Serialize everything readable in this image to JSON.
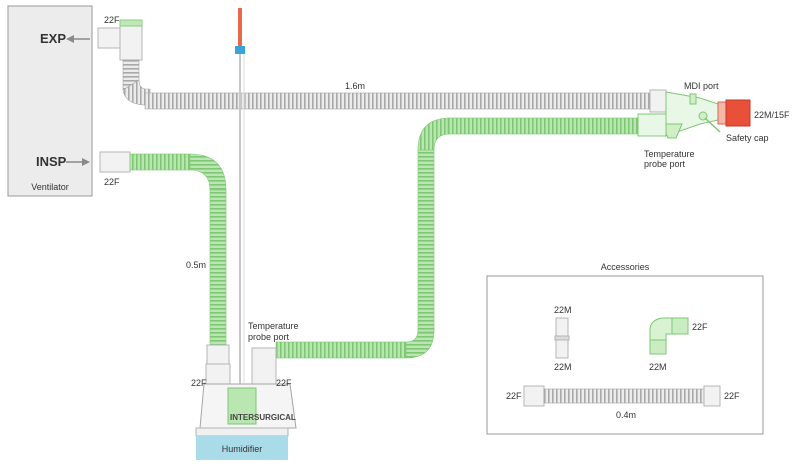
{
  "ventilator": {
    "label": "Ventilator",
    "exp_label": "EXP",
    "insp_label": "INSP"
  },
  "labels": {
    "exp_connector": "22F",
    "insp_connector": "22F",
    "limb_length_long": "1.6m",
    "limb_length_short": "0.5m",
    "mdi_port": "MDI port",
    "patient_connector": "22M/15F",
    "safety_cap": "Safety cap",
    "temp_probe_patient_line1": "Temperature",
    "temp_probe_patient_line2": "probe port",
    "temp_probe_humid_line1": "Temperature",
    "temp_probe_humid_line2": "probe port",
    "humid_left": "22F",
    "humid_right": "22F",
    "humidifier": "Humidifier",
    "brand": "INTERSURGICAL"
  },
  "accessories": {
    "title": "Accessories",
    "straight_top": "22M",
    "straight_bottom": "22M",
    "elbow_right": "22F",
    "elbow_bottom": "22M",
    "tube_left": "22F",
    "tube_right": "22F",
    "tube_length": "0.4m"
  },
  "colors": {
    "green_tube": "#b7e4b0",
    "grey_tube": "#dcdcdc",
    "safety_cap": "#e8503a",
    "humidifier_base": "#a9dbe8",
    "probe_top": "#e86a4a",
    "probe_clip": "#3aa3d8"
  }
}
